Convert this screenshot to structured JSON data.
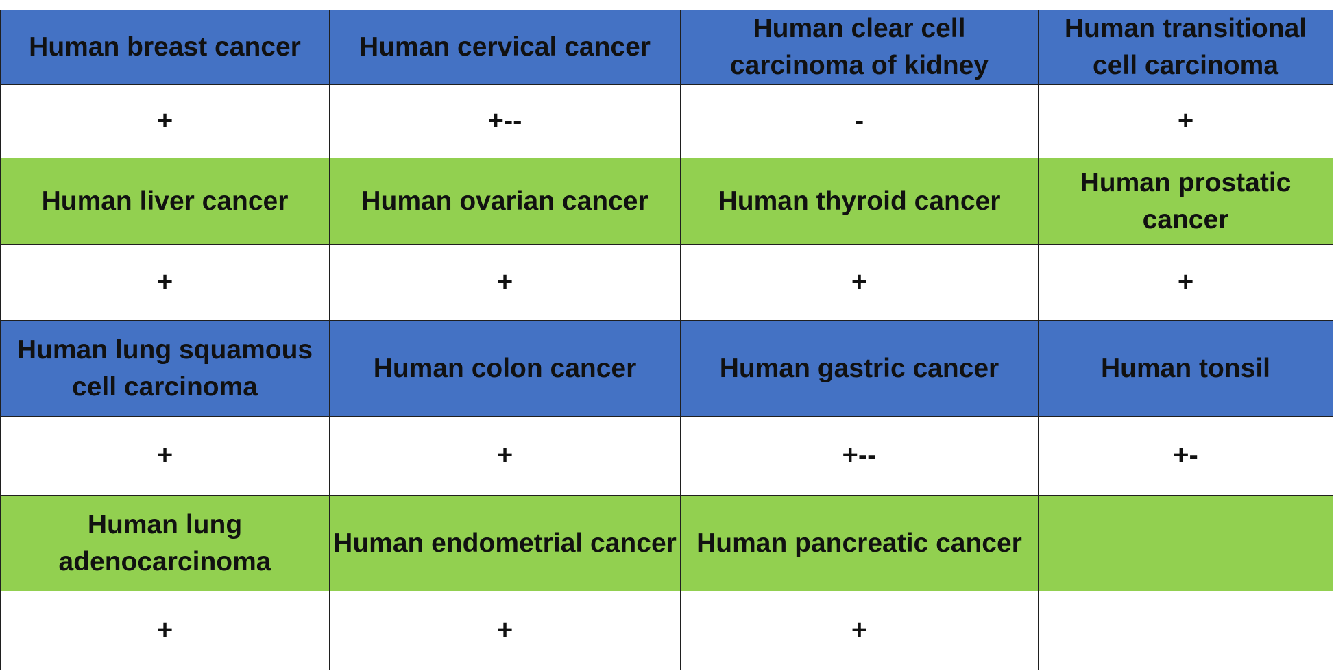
{
  "colors": {
    "header_blue": "#4472c4",
    "header_green": "#92d050",
    "value_bg": "#ffffff",
    "border": "#1f1f1f"
  },
  "rows": [
    {
      "cancers": [
        "Human breast cancer",
        "Human cervical cancer",
        "Human clear cell carcinoma of kidney",
        "Human transitional cell carcinoma"
      ],
      "results": [
        "+",
        "+--",
        "-",
        "+"
      ]
    },
    {
      "cancers": [
        "Human liver cancer",
        "Human ovarian cancer",
        "Human thyroid cancer",
        "Human prostatic cancer"
      ],
      "results": [
        "+",
        "+",
        "+",
        "+"
      ]
    },
    {
      "cancers": [
        "Human lung squamous cell carcinoma",
        "Human colon cancer",
        "Human gastric cancer",
        "Human tonsil"
      ],
      "results": [
        "+",
        "+",
        "+--",
        "+-"
      ]
    },
    {
      "cancers": [
        "Human lung adenocarcinoma",
        "Human endometrial cancer",
        "Human pancreatic cancer",
        ""
      ],
      "results": [
        "+",
        "+",
        "+",
        ""
      ]
    }
  ]
}
